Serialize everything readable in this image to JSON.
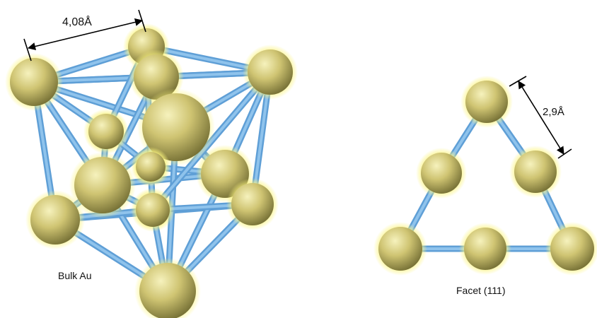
{
  "colors": {
    "bond": "#8fc3ec",
    "bond_edge": "#5f9fd6",
    "atom_light": "#f4f0b4",
    "atom_mid": "#c9bf6b",
    "atom_dark": "#6f6a2c",
    "glow": "#fbf47e",
    "dimension_line": "#000000"
  },
  "bulk": {
    "caption": "Bulk Au",
    "dimension_label": "4,08Å"
  },
  "facet": {
    "caption": "Facet (111)",
    "dimension_label": "2,9Å"
  }
}
